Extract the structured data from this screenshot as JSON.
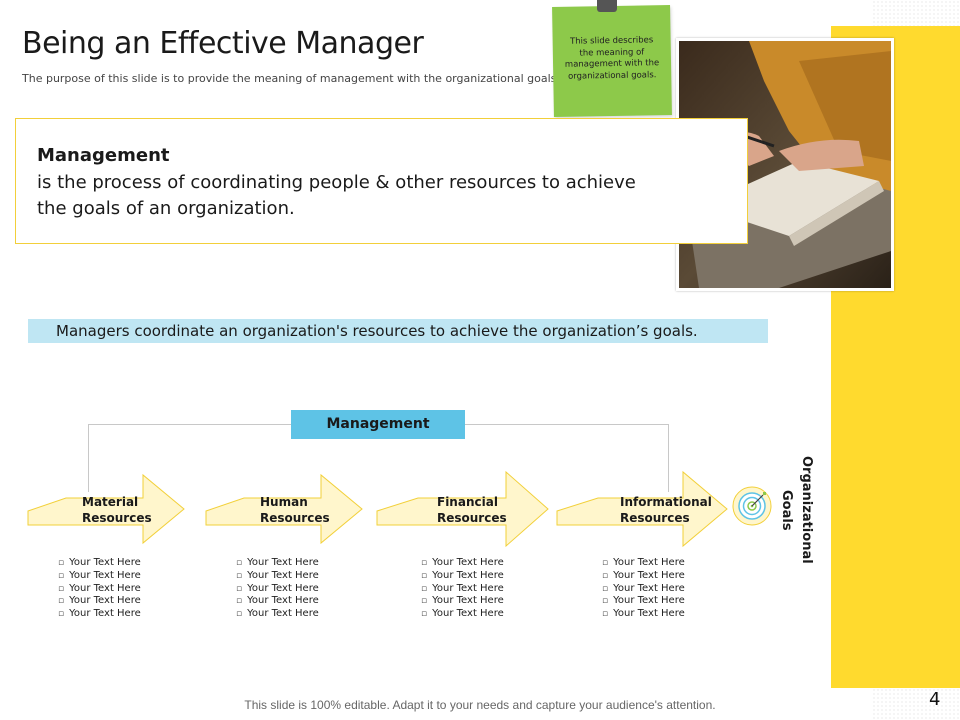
{
  "slide": {
    "title": "Being an Effective Manager",
    "subtitle": "The purpose of this slide is to provide the meaning of management with the organizational goals.",
    "sticky_note": "This slide describes the meaning of management with the organizational goals.",
    "definition": {
      "term": "Management",
      "text": "is the process of coordinating people & other resources to achieve the goals of an organization."
    },
    "banner": "Managers coordinate an organization's resources  to achieve the organization’s goals.",
    "diagram": {
      "top_label": "Management",
      "goal_label": "Organizational Goals",
      "resources": [
        {
          "line1": "Material",
          "line2": "Resources",
          "bullets": [
            "Your Text Here",
            "Your Text Here",
            "Your Text Here",
            "Your Text Here",
            "Your Text Here"
          ]
        },
        {
          "line1": "Human",
          "line2": "Resources",
          "bullets": [
            "Your Text Here",
            "Your Text Here",
            "Your Text Here",
            "Your Text Here",
            "Your Text Here"
          ]
        },
        {
          "line1": "Financial",
          "line2": "Resources",
          "bullets": [
            "Your Text Here",
            "Your Text Here",
            "Your Text Here",
            "Your Text Here",
            "Your Text Here"
          ]
        },
        {
          "line1": "Informational",
          "line2": "Resources",
          "bullets": [
            "Your Text Here",
            "Your Text Here",
            "Your Text Here",
            "Your Text Here",
            "Your Text Here"
          ]
        }
      ]
    },
    "footer": "This slide is 100% editable. Adapt it to your needs and capture your audience's attention.",
    "page_number": "4",
    "colors": {
      "accent_yellow": "#ffda2e",
      "sticky_green": "#8dc94a",
      "banner_blue": "#bfe6f3",
      "management_blue": "#5ec3e6",
      "arrow_fill": "#fff6cc"
    },
    "icons": {
      "photo": "person-writing-in-book-photo",
      "goal": "target-icon",
      "pin": "pin-icon"
    }
  }
}
